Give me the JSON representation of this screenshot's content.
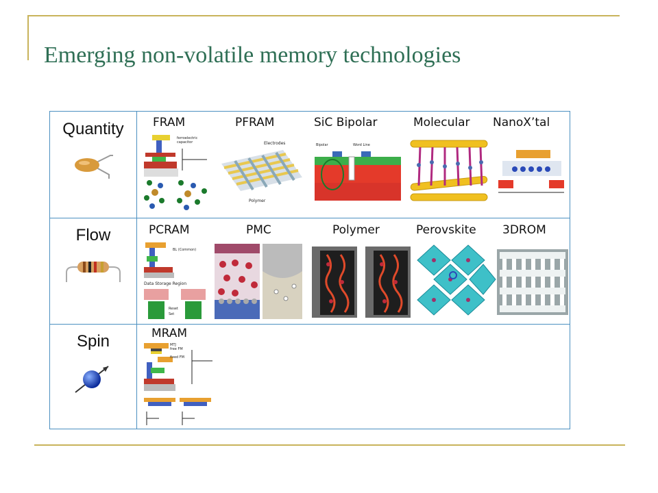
{
  "slide": {
    "title": "Emerging non-volatile memory technologies"
  },
  "rows": [
    {
      "category": "Quantity",
      "icon": "capacitor-icon",
      "techs": [
        "FRAM",
        "PFRAM",
        "SiC Bipolar",
        "Molecular",
        "NanoX’tal"
      ]
    },
    {
      "category": "Flow",
      "icon": "resistor-icon",
      "techs": [
        "PCRAM",
        "PMC",
        "Polymer",
        "Perovskite",
        "3DROM"
      ]
    },
    {
      "category": "Spin",
      "icon": "spin-sphere-icon",
      "techs": [
        "MRAM"
      ]
    }
  ],
  "colors": {
    "title": "#2f6f55",
    "rule": "#c8b35a",
    "grid": "#4a8fc0"
  }
}
